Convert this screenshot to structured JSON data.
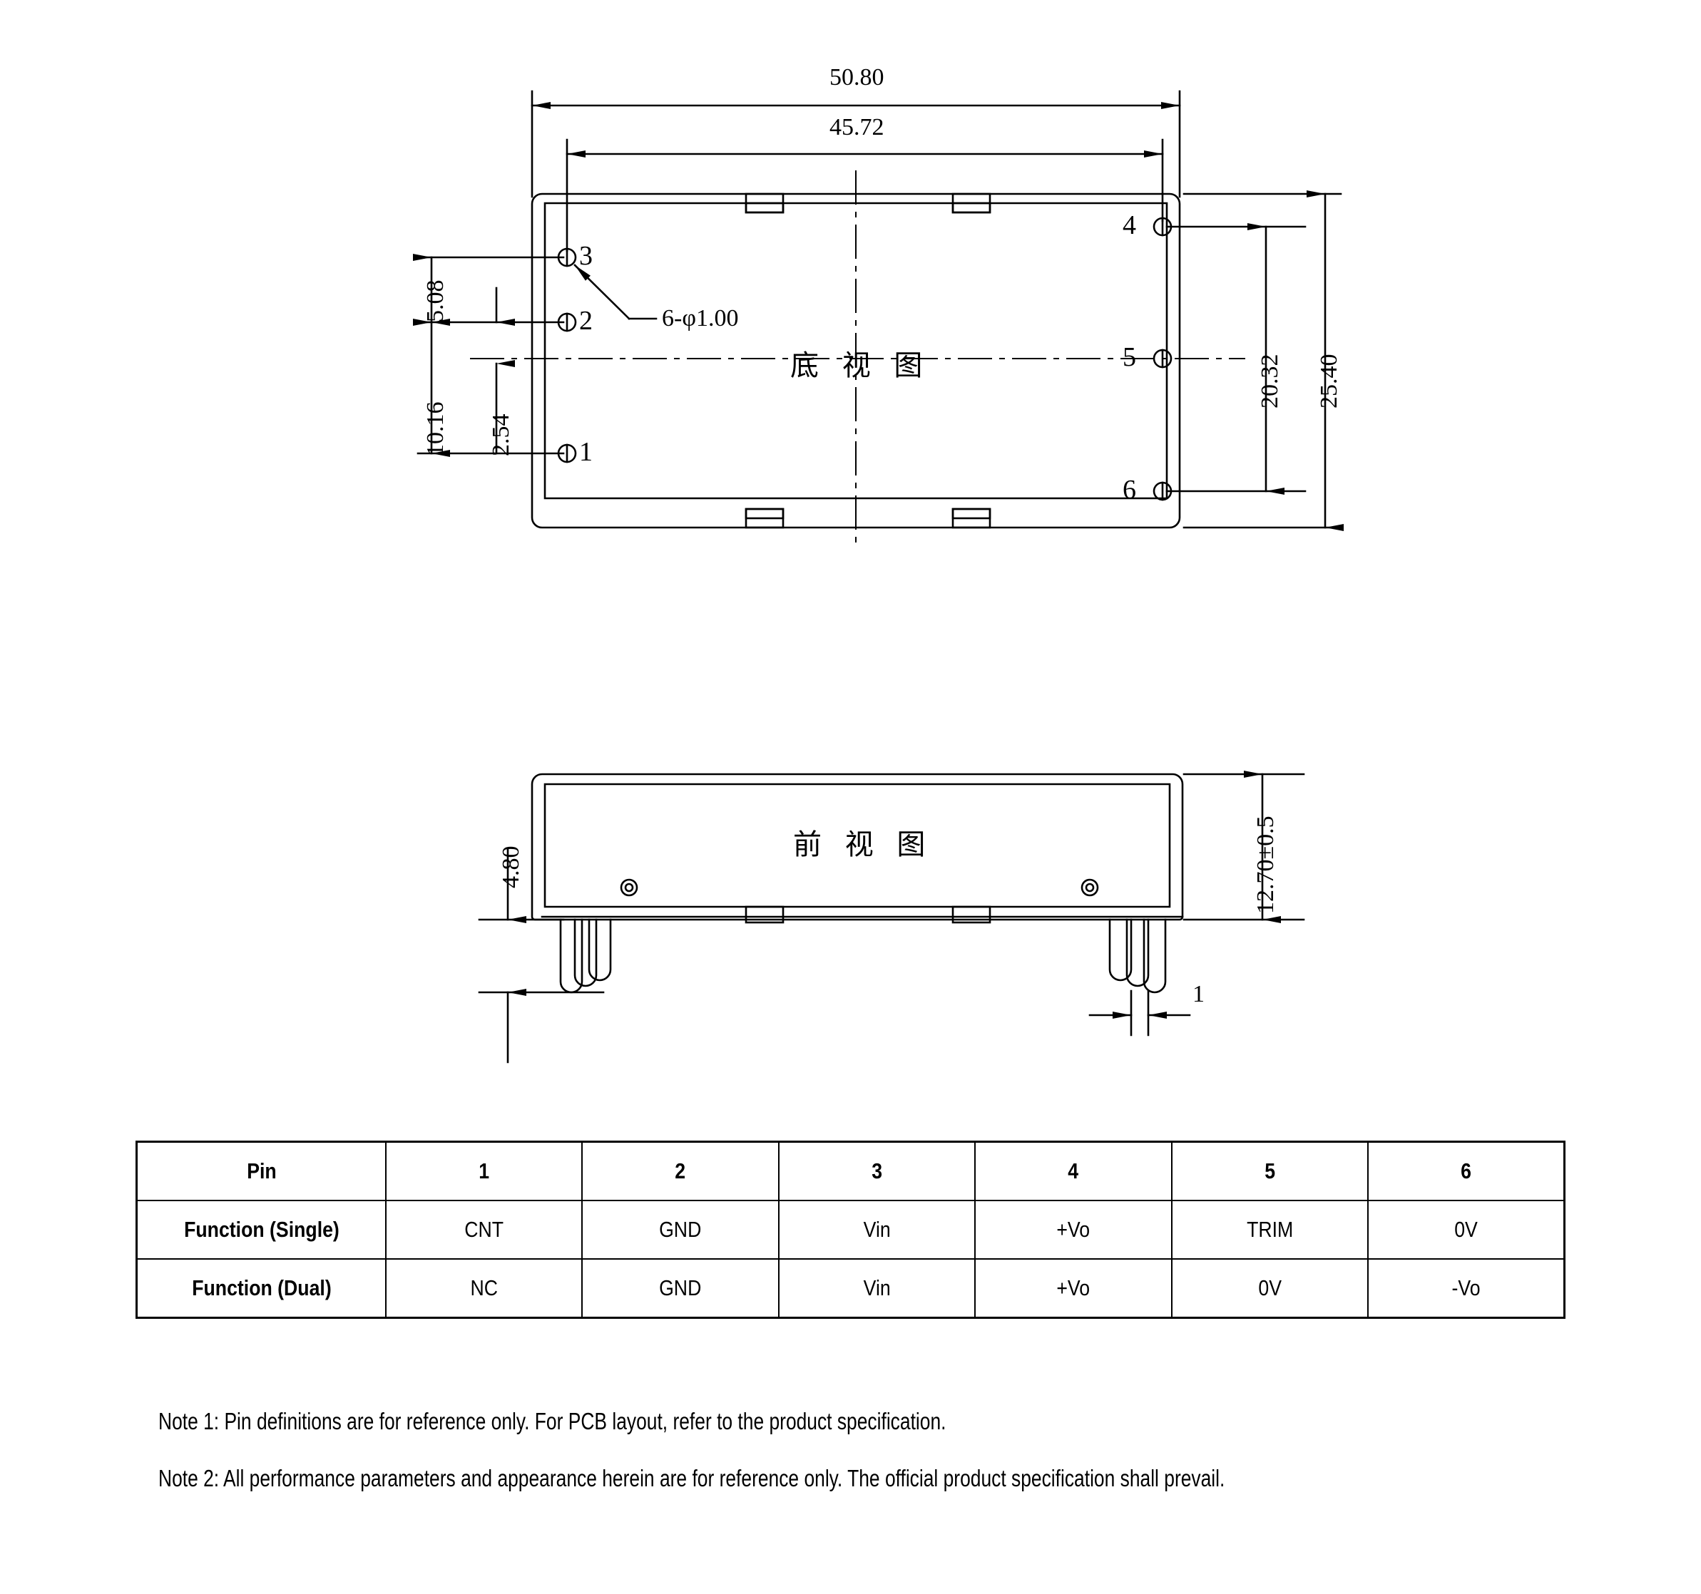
{
  "drawing": {
    "bottom_view": {
      "label": "底 视 图",
      "dimensions": {
        "overall_width": "50.80",
        "pin_span_width": "45.72",
        "overall_height": "25.40",
        "pin_span_height": "20.32",
        "pin3_to_pin2": "5.08",
        "pin3_to_pin1": "10.16",
        "pin2_to_center": "2.54"
      },
      "hole_callout": "6-φ1.00",
      "pin_numbers_left": [
        "3",
        "2",
        "1"
      ],
      "pin_numbers_right": [
        "4",
        "5",
        "6"
      ]
    },
    "front_view": {
      "label": "前 视 图",
      "dimensions": {
        "pin_length": "4.80",
        "body_height": "12.70±0.5",
        "pin_width": "1"
      }
    }
  },
  "pin_table": {
    "rows": [
      [
        "Pin",
        "1",
        "2",
        "3",
        "4",
        "5",
        "6"
      ],
      [
        "Function (Single)",
        "CNT",
        "GND",
        "Vin",
        "+Vo",
        "TRIM",
        "0V"
      ],
      [
        "Function (Dual)",
        "NC",
        "GND",
        "Vin",
        "+Vo",
        "0V",
        "-Vo"
      ]
    ]
  },
  "notes": {
    "note1": "Note 1: Pin definitions are for reference only. For PCB layout, refer to the product specification.",
    "note2": "Note 2: All performance parameters and appearance herein are for reference only. The official product specification shall prevail."
  },
  "colors": {
    "line": "#000000",
    "background": "#ffffff"
  }
}
